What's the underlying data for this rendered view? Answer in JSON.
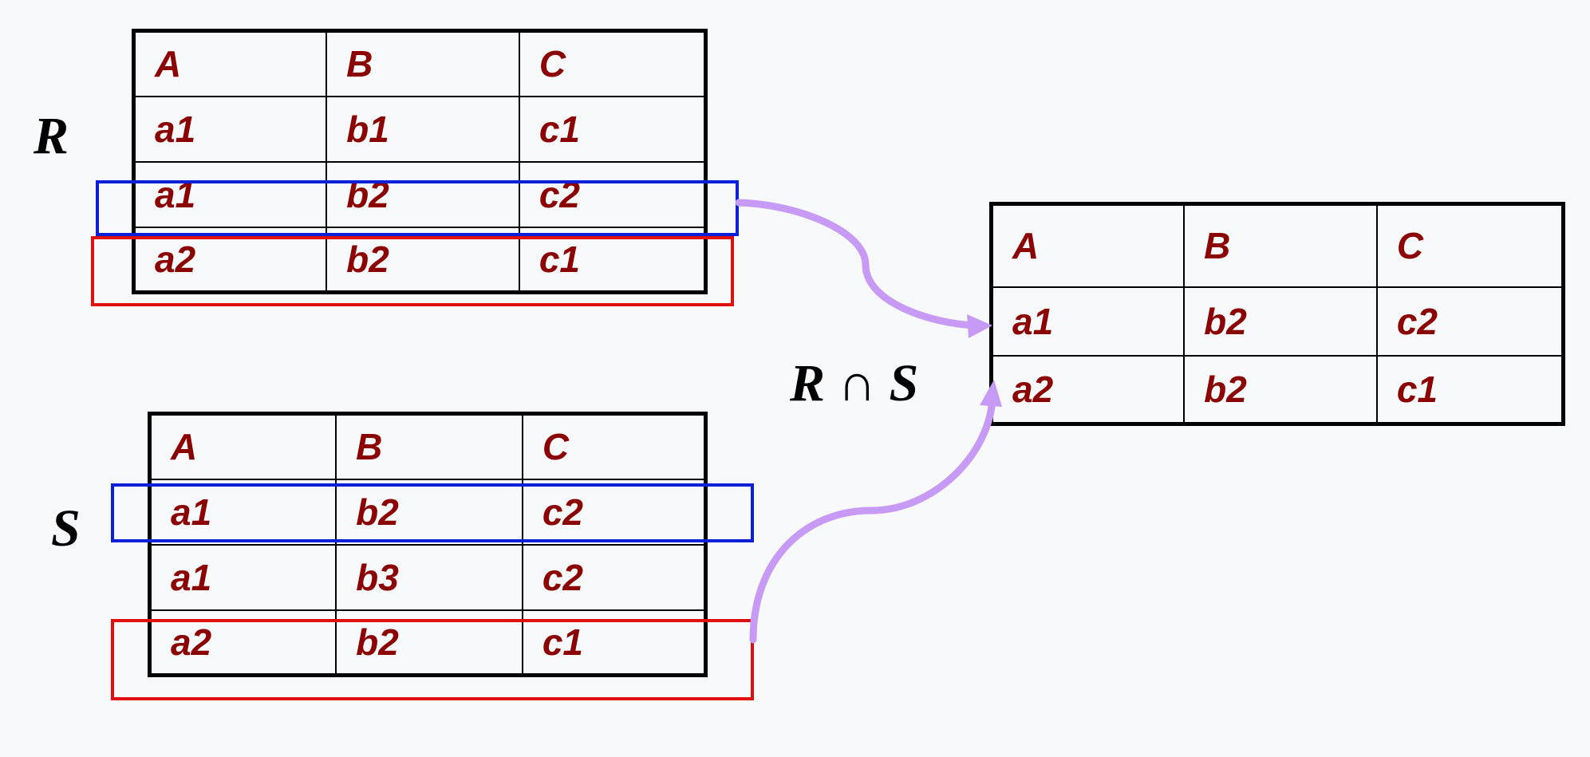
{
  "relations": {
    "r": {
      "name": "R",
      "headers": [
        "A",
        "B",
        "C"
      ],
      "rows": [
        [
          "a1",
          "b1",
          "c1"
        ],
        [
          "a1",
          "b2",
          "c2"
        ],
        [
          "a2",
          "b2",
          "c1"
        ]
      ]
    },
    "s": {
      "name": "S",
      "headers": [
        "A",
        "B",
        "C"
      ],
      "rows": [
        [
          "a1",
          "b2",
          "c2"
        ],
        [
          "a1",
          "b3",
          "c2"
        ],
        [
          "a2",
          "b2",
          "c1"
        ]
      ]
    },
    "result": {
      "name": "R ∩ S",
      "headers": [
        "A",
        "B",
        "C"
      ],
      "rows": [
        [
          "a1",
          "b2",
          "c2"
        ],
        [
          "a2",
          "b2",
          "c1"
        ]
      ]
    }
  },
  "colors": {
    "blue_highlight": "#0a1fd8",
    "red_highlight": "#e01010",
    "arrow": "#c79bf5",
    "cell_text": "#8b0000"
  }
}
